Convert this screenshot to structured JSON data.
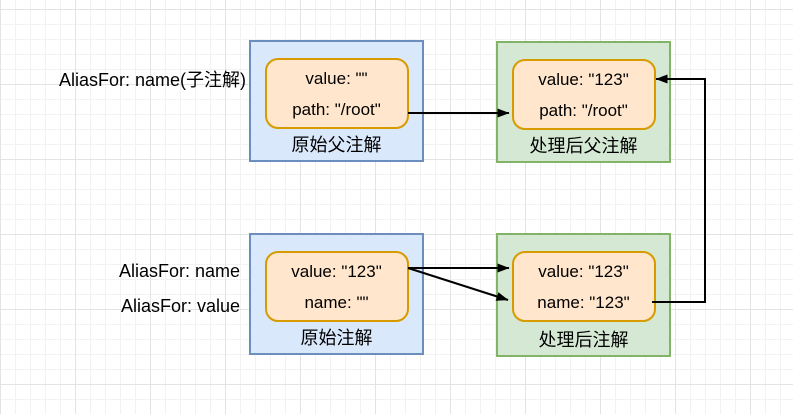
{
  "side_notes": {
    "parent_note": "AliasFor: name(子注解)",
    "child_note_line1": "AliasFor: name",
    "child_note_line2": "AliasFor: value"
  },
  "boxes": {
    "original_parent": {
      "label": "原始父注解",
      "fields": [
        "value: \"\"",
        "path: \"/root\""
      ]
    },
    "processed_parent": {
      "label": "处理后父注解",
      "fields": [
        "value: \"123\"",
        "path: \"/root\""
      ]
    },
    "original": {
      "label": "原始注解",
      "fields": [
        "value: \"123\"",
        "name: \"\""
      ]
    },
    "processed": {
      "label": "处理后注解",
      "fields": [
        "value: \"123\"",
        "name: \"123\""
      ]
    }
  },
  "connectors": [
    {
      "from": "original_parent.path",
      "to": "processed_parent.path"
    },
    {
      "from": "original.value",
      "to": "processed.value"
    },
    {
      "from": "original.value",
      "to": "processed.name"
    },
    {
      "from": "processed.name",
      "to": "processed_parent.value"
    }
  ],
  "colors": {
    "container_blue_fill": "#dae8fc",
    "container_blue_stroke": "#6c8ebf",
    "container_green_fill": "#d5e8d4",
    "container_green_stroke": "#82b366",
    "field_fill": "#ffe6cc",
    "field_stroke": "#d79b00",
    "connector": "#000000",
    "text": "#000000"
  }
}
